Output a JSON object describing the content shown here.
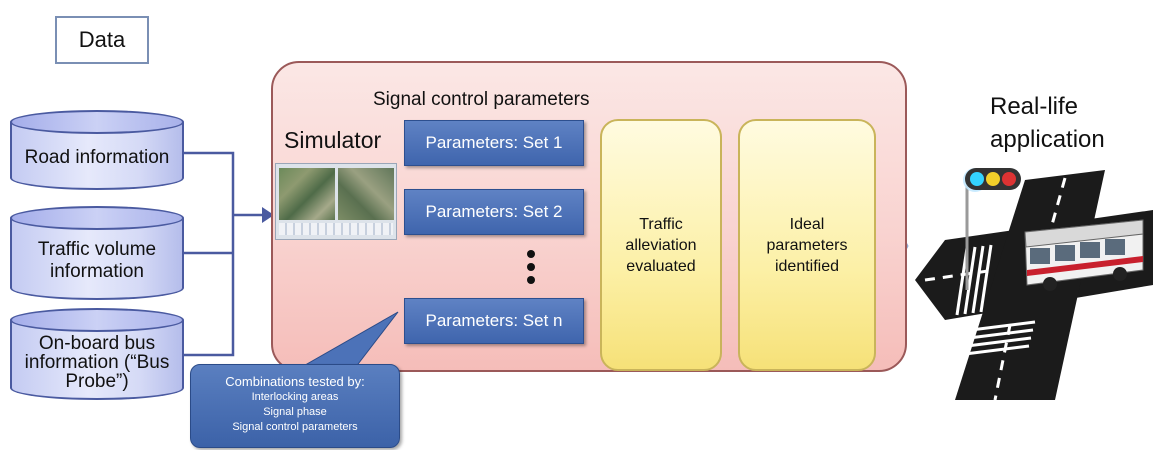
{
  "data_label": "Data",
  "sources": [
    {
      "label": "Road information"
    },
    {
      "label": "Traffic volume information"
    },
    {
      "label": "On-board bus information (“Bus Probe”)"
    }
  ],
  "signal_control_title": "Signal control parameters",
  "simulator_label": "Simulator",
  "parameter_sets": [
    {
      "label": "Parameters: Set 1"
    },
    {
      "label": "Parameters: Set 2"
    },
    {
      "label": "Parameters: Set n"
    }
  ],
  "stages": [
    {
      "label": "Traffic alleviation evaluated"
    },
    {
      "label": "Ideal parameters identified"
    }
  ],
  "real_life_label": "Real-life application",
  "callout": {
    "heading": "Combinations tested by:",
    "items": [
      "Interlocking areas",
      "Signal phase",
      "Signal control parameters"
    ]
  },
  "colors": {
    "panel_fill": "#f9d3d0",
    "parameter_fill": "#4a6fb5",
    "stage_fill": "#fcf0a6",
    "cylinder_fill": "#d5daf6"
  }
}
